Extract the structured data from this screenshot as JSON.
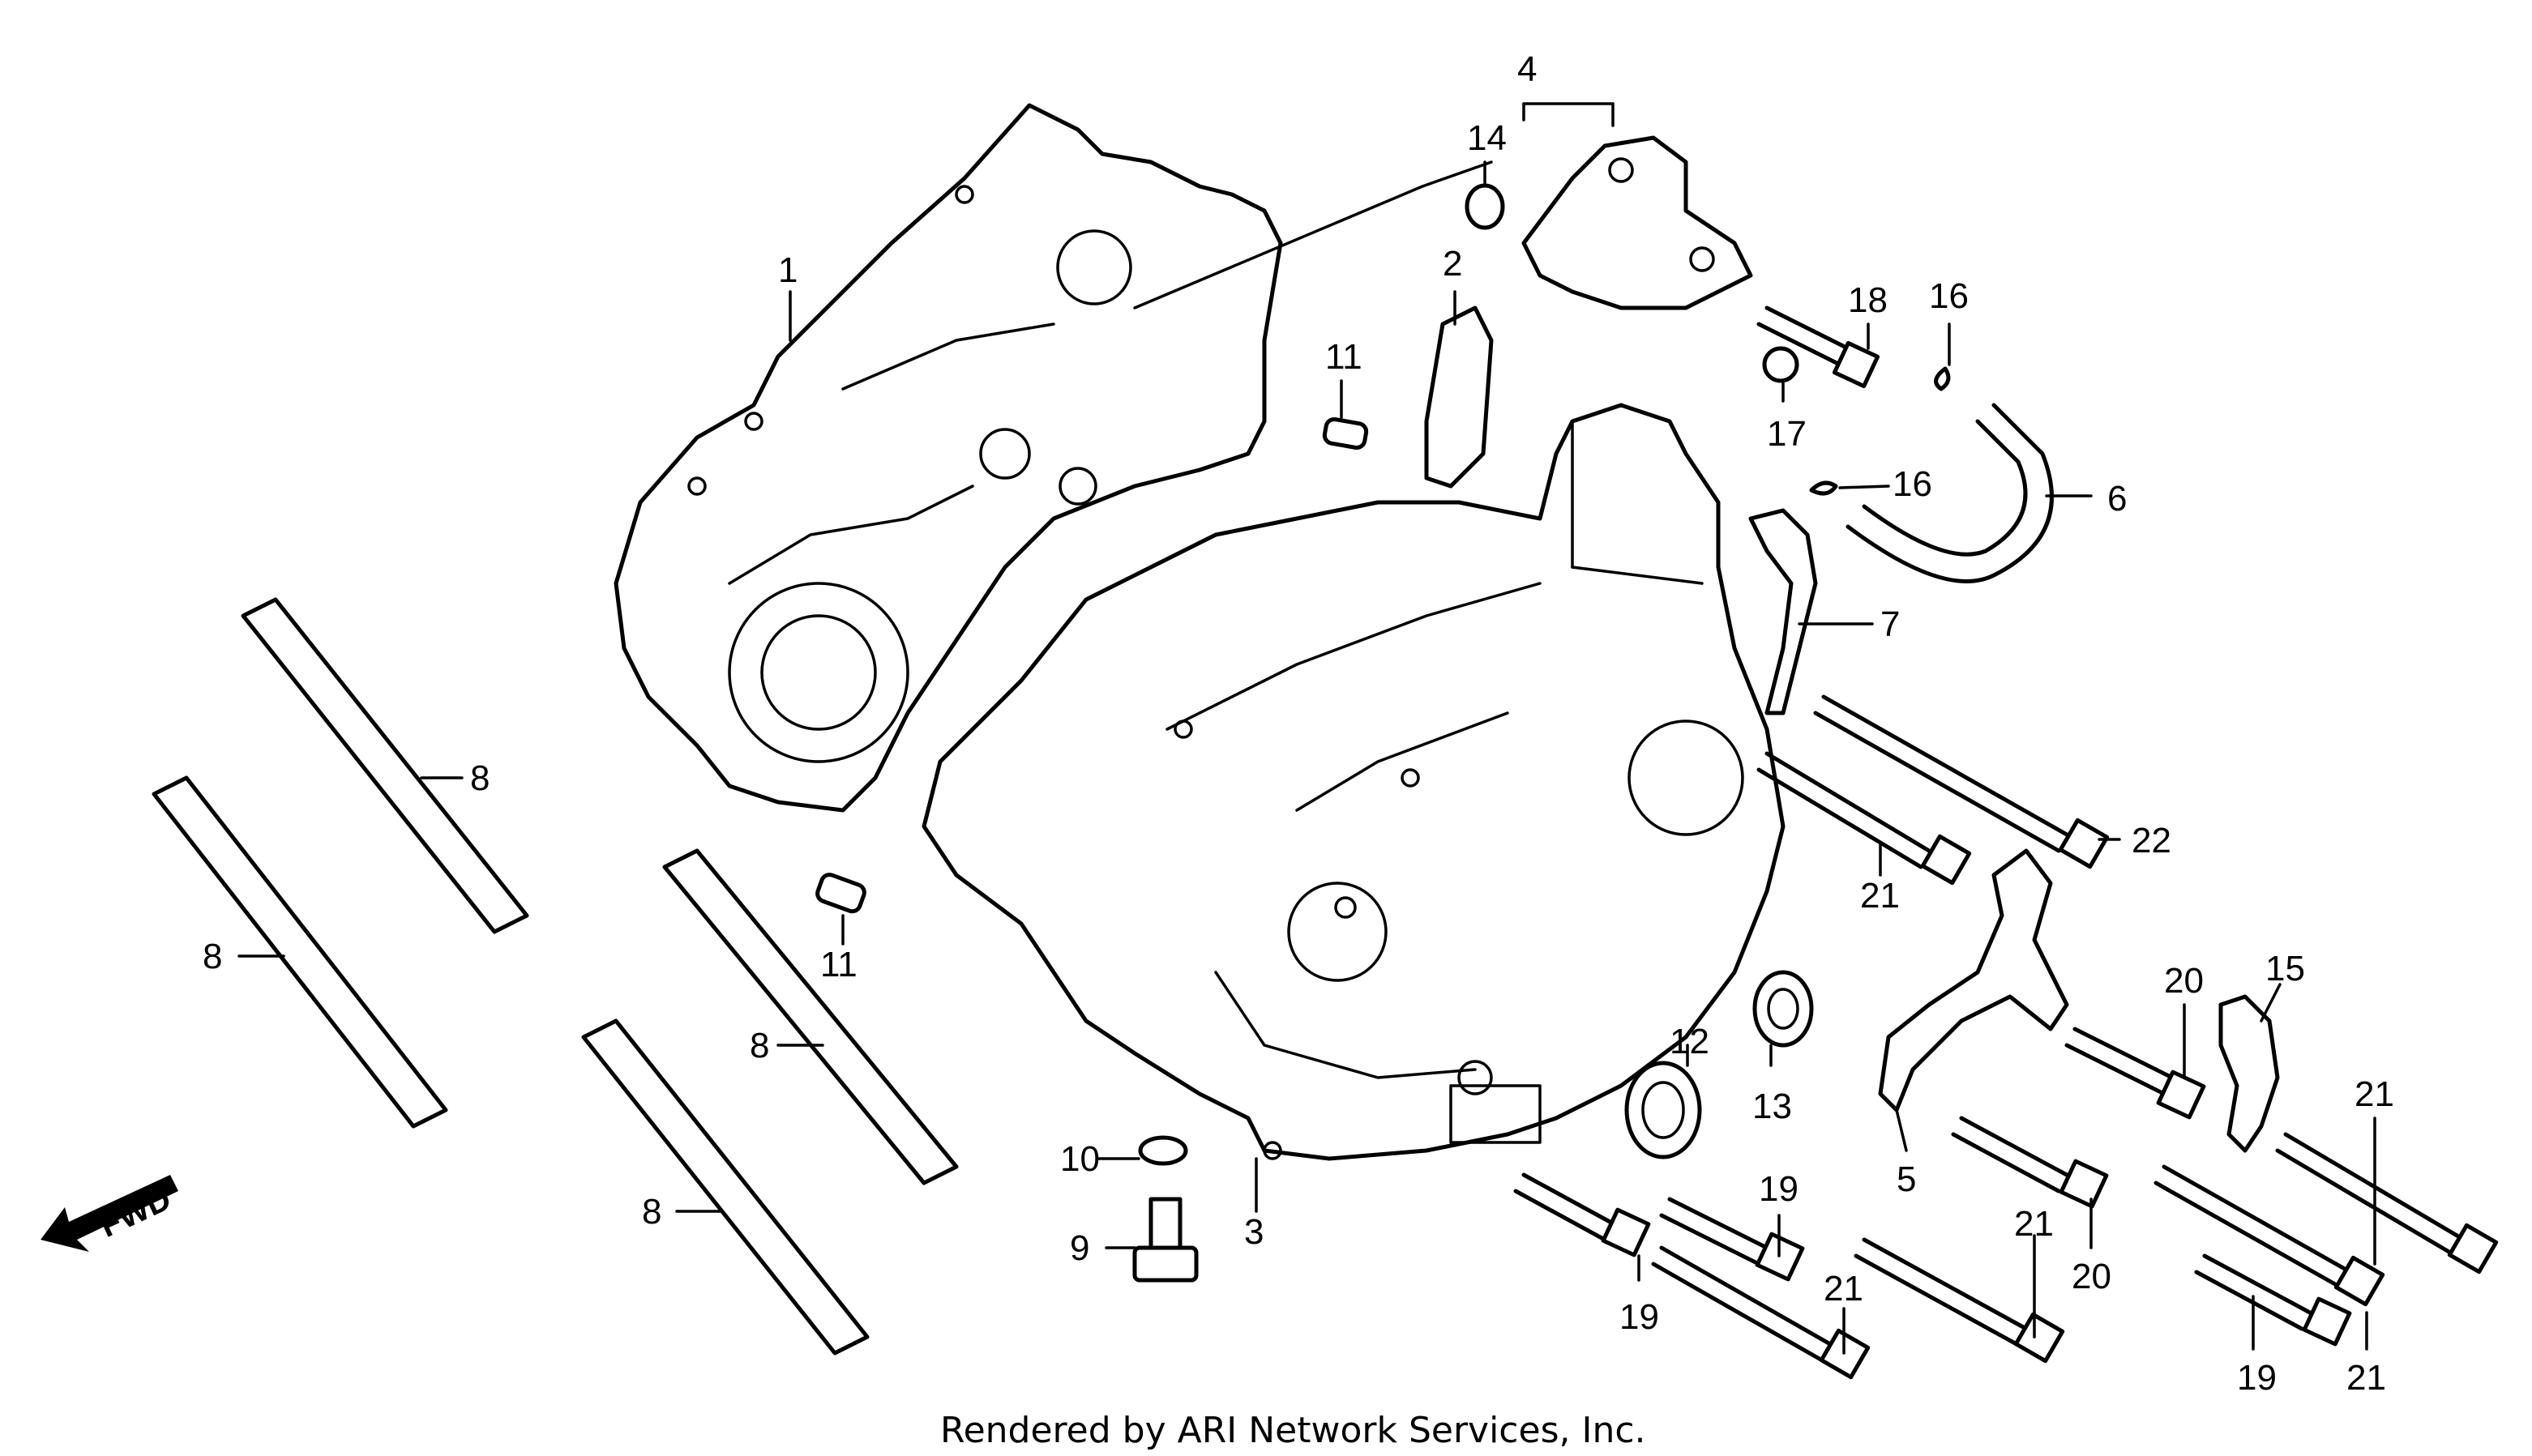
{
  "callouts": [
    "1",
    "2",
    "3",
    "4",
    "5",
    "6",
    "7",
    "8",
    "9",
    "10",
    "11",
    "12",
    "13",
    "14",
    "15",
    "16",
    "17",
    "18",
    "19",
    "20",
    "21",
    "22"
  ],
  "direction_label": "FWD",
  "footer": "Rendered by ARI Network Services, Inc."
}
